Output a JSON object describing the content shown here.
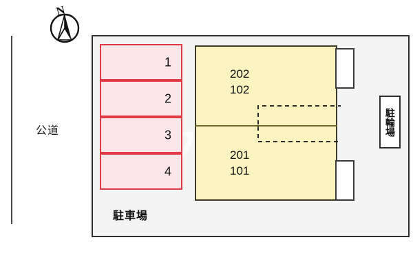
{
  "map": {
    "type": "property-site-plan",
    "watermark_text": "ハウスコム",
    "compass": {
      "label": "N",
      "icon": "north-arrow-icon"
    },
    "road": {
      "label": "公道"
    },
    "parking_lot": {
      "label": "駐車場",
      "stalls": [
        {
          "number": "1"
        },
        {
          "number": "2"
        },
        {
          "number": "3"
        },
        {
          "number": "4"
        }
      ]
    },
    "building": {
      "units_upper": "202\n102",
      "units_upper_line1": "202",
      "units_upper_line2": "102",
      "units_lower_line1": "201",
      "units_lower_line2": "101"
    },
    "bicycle_parking": {
      "label": "駐輪場"
    },
    "colors": {
      "stall_fill": "#fde6ea",
      "stall_border": "#e03a46",
      "building_fill": "#fbf3c0",
      "building_border": "#3d3a2a",
      "site_fill": "#f4f4f4",
      "site_border": "#2e2e2e"
    }
  }
}
